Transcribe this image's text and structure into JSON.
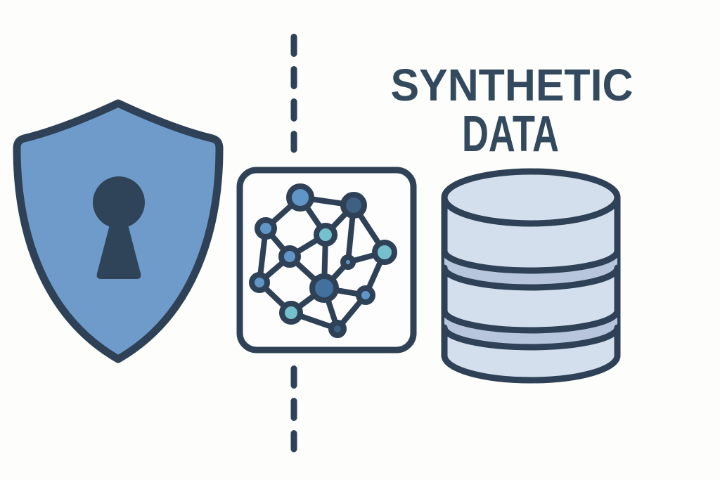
{
  "title": {
    "line1": "SYNTHETIC",
    "line2": "DATA"
  },
  "icons": {
    "shield_lock": "shield-keyhole-icon",
    "divider": "vertical-dashed-divider",
    "network_graph": "network-graph-box-icon",
    "database": "database-cylinder-icon"
  },
  "colors": {
    "bg": "#fdfdfb",
    "outline": "#2e4156",
    "shield_fill": "#6f9bcb",
    "keyhole": "#2f4459",
    "box_fill": "#fdfdfd",
    "node_blue": "#6095c8",
    "node_teal": "#74c0cc",
    "node_dark": "#3d6083",
    "node_steel": "#42709f",
    "db_fill": "#d4dfee",
    "db_band": "#b7c6dc",
    "text": "#33495e"
  }
}
